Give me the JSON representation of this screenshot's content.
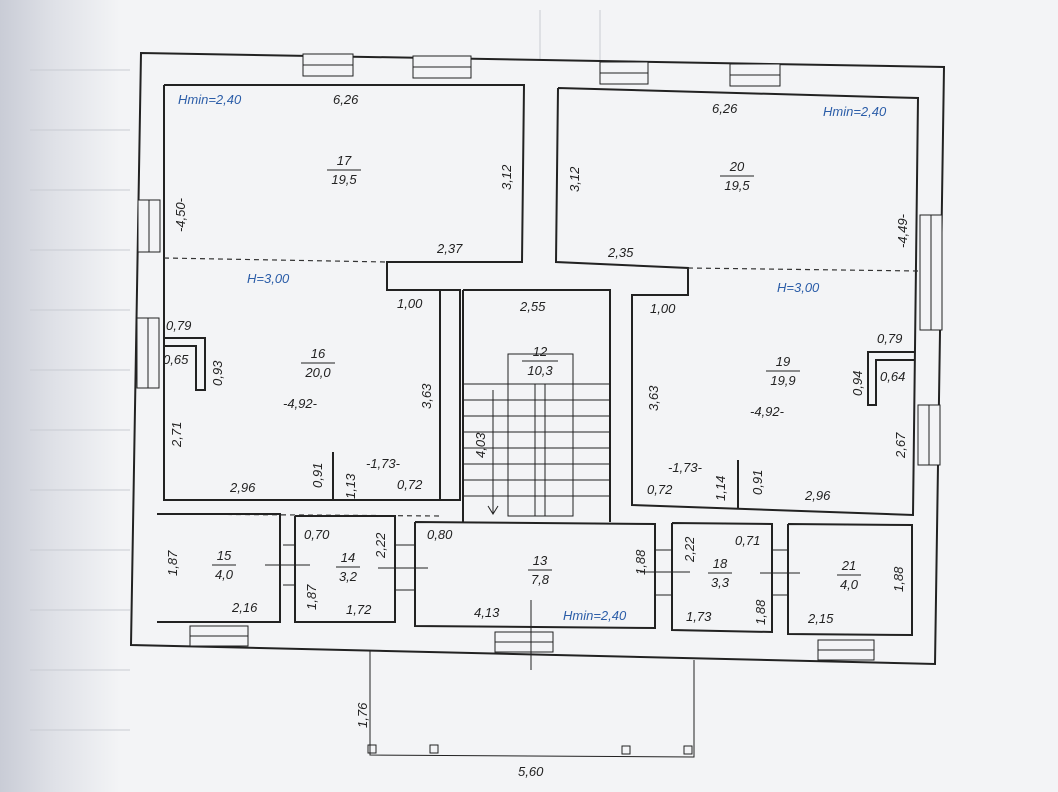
{
  "heights": {
    "hmin": "Hmin=2,40",
    "h": "H=3,00"
  },
  "rooms": [
    {
      "id": "17",
      "number": "17",
      "area": "19,5"
    },
    {
      "id": "20",
      "number": "20",
      "area": "19,5"
    },
    {
      "id": "16",
      "number": "16",
      "area": "20,0"
    },
    {
      "id": "19",
      "number": "19",
      "area": "19,9"
    },
    {
      "id": "12",
      "number": "12",
      "area": "10,3"
    },
    {
      "id": "15",
      "number": "15",
      "area": "4,0"
    },
    {
      "id": "14",
      "number": "14",
      "area": "3,2"
    },
    {
      "id": "13",
      "number": "13",
      "area": "7,8"
    },
    {
      "id": "18",
      "number": "18",
      "area": "3,3"
    },
    {
      "id": "21",
      "number": "21",
      "area": "4,0"
    }
  ],
  "dimensions": {
    "d626a": "6,26",
    "d626b": "6,26",
    "d312a": "3,12",
    "d312b": "3,12",
    "d450": "-4,50-",
    "d449": "-4,49-",
    "d237": "2,37",
    "d235": "2,35",
    "d100a": "1,00",
    "d100b": "1,00",
    "d255": "2,55",
    "d079a": "0,79",
    "d065": "0,65",
    "d093": "0,93",
    "d079b": "0,79",
    "d064": "0,64",
    "d094": "0,94",
    "d363a": "3,63",
    "d363b": "3,63",
    "d492a": "-4,92-",
    "d492b": "-4,92-",
    "d271": "2,71",
    "d267": "2,67",
    "d403": "4,03",
    "d091a": "0,91",
    "d113": "1,13",
    "d173a": "-1,73-",
    "d072a": "0,72",
    "d173b": "-1,73-",
    "d072b": "0,72",
    "d114": "1,14",
    "d091b": "0,91",
    "d296a": "2,96",
    "d296b": "2,96",
    "d187a": "1,87",
    "d216": "2,16",
    "d070": "0,70",
    "d222a": "2,22",
    "d187b": "1,87",
    "d172": "1,72",
    "d080": "0,80",
    "d188a": "1,88",
    "d413": "4,13",
    "d222b": "2,22",
    "d071": "0,71",
    "d173c": "1,73",
    "d188b": "1,88",
    "d188c": "1,88",
    "d215": "2,15",
    "d176": "1,76",
    "d560": "5,60"
  }
}
